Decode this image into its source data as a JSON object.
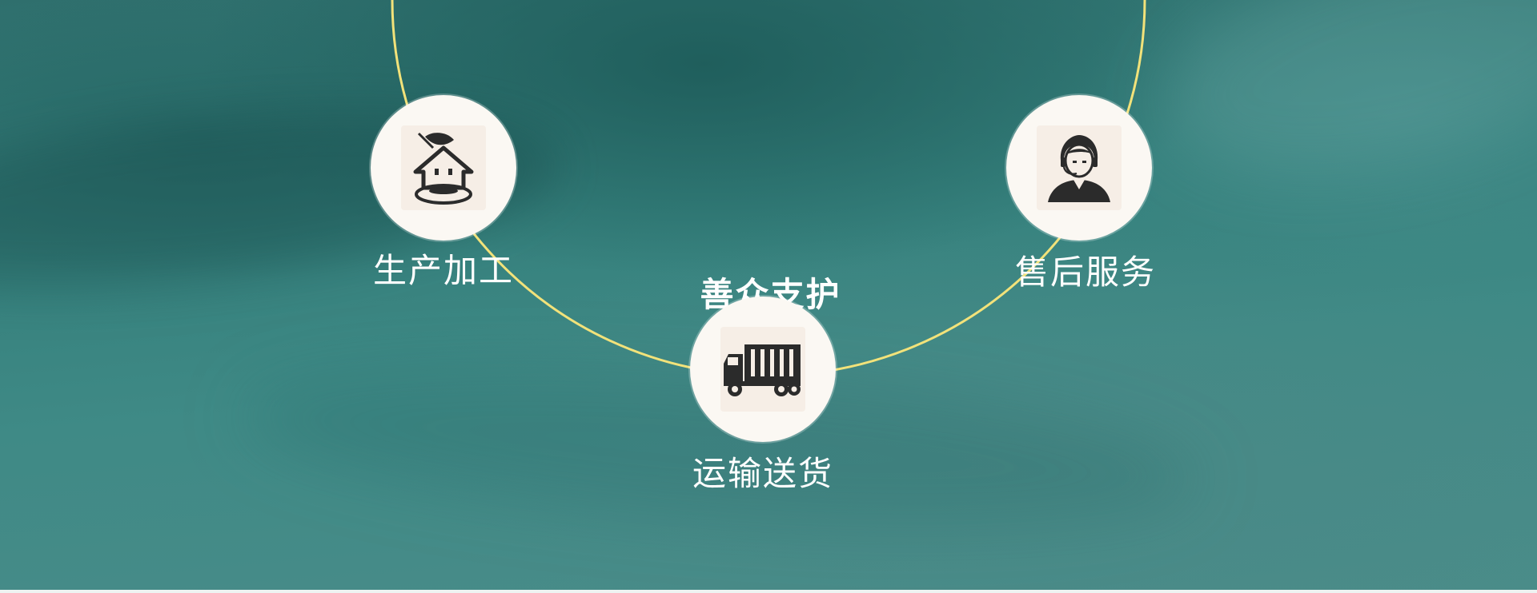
{
  "diagram": {
    "center_title": "善众支护",
    "steps": [
      {
        "label": "生产加工",
        "icon": "house-leaf-icon"
      },
      {
        "label": "运输送货",
        "icon": "truck-icon"
      },
      {
        "label": "售后服务",
        "icon": "customer-service-icon"
      }
    ]
  },
  "colors": {
    "background": "#3b7d7b",
    "arc": "#f2e27a",
    "node_fill": "#fbf8f3",
    "label_text": "#ffffff",
    "icon": "#2b2b2b"
  }
}
